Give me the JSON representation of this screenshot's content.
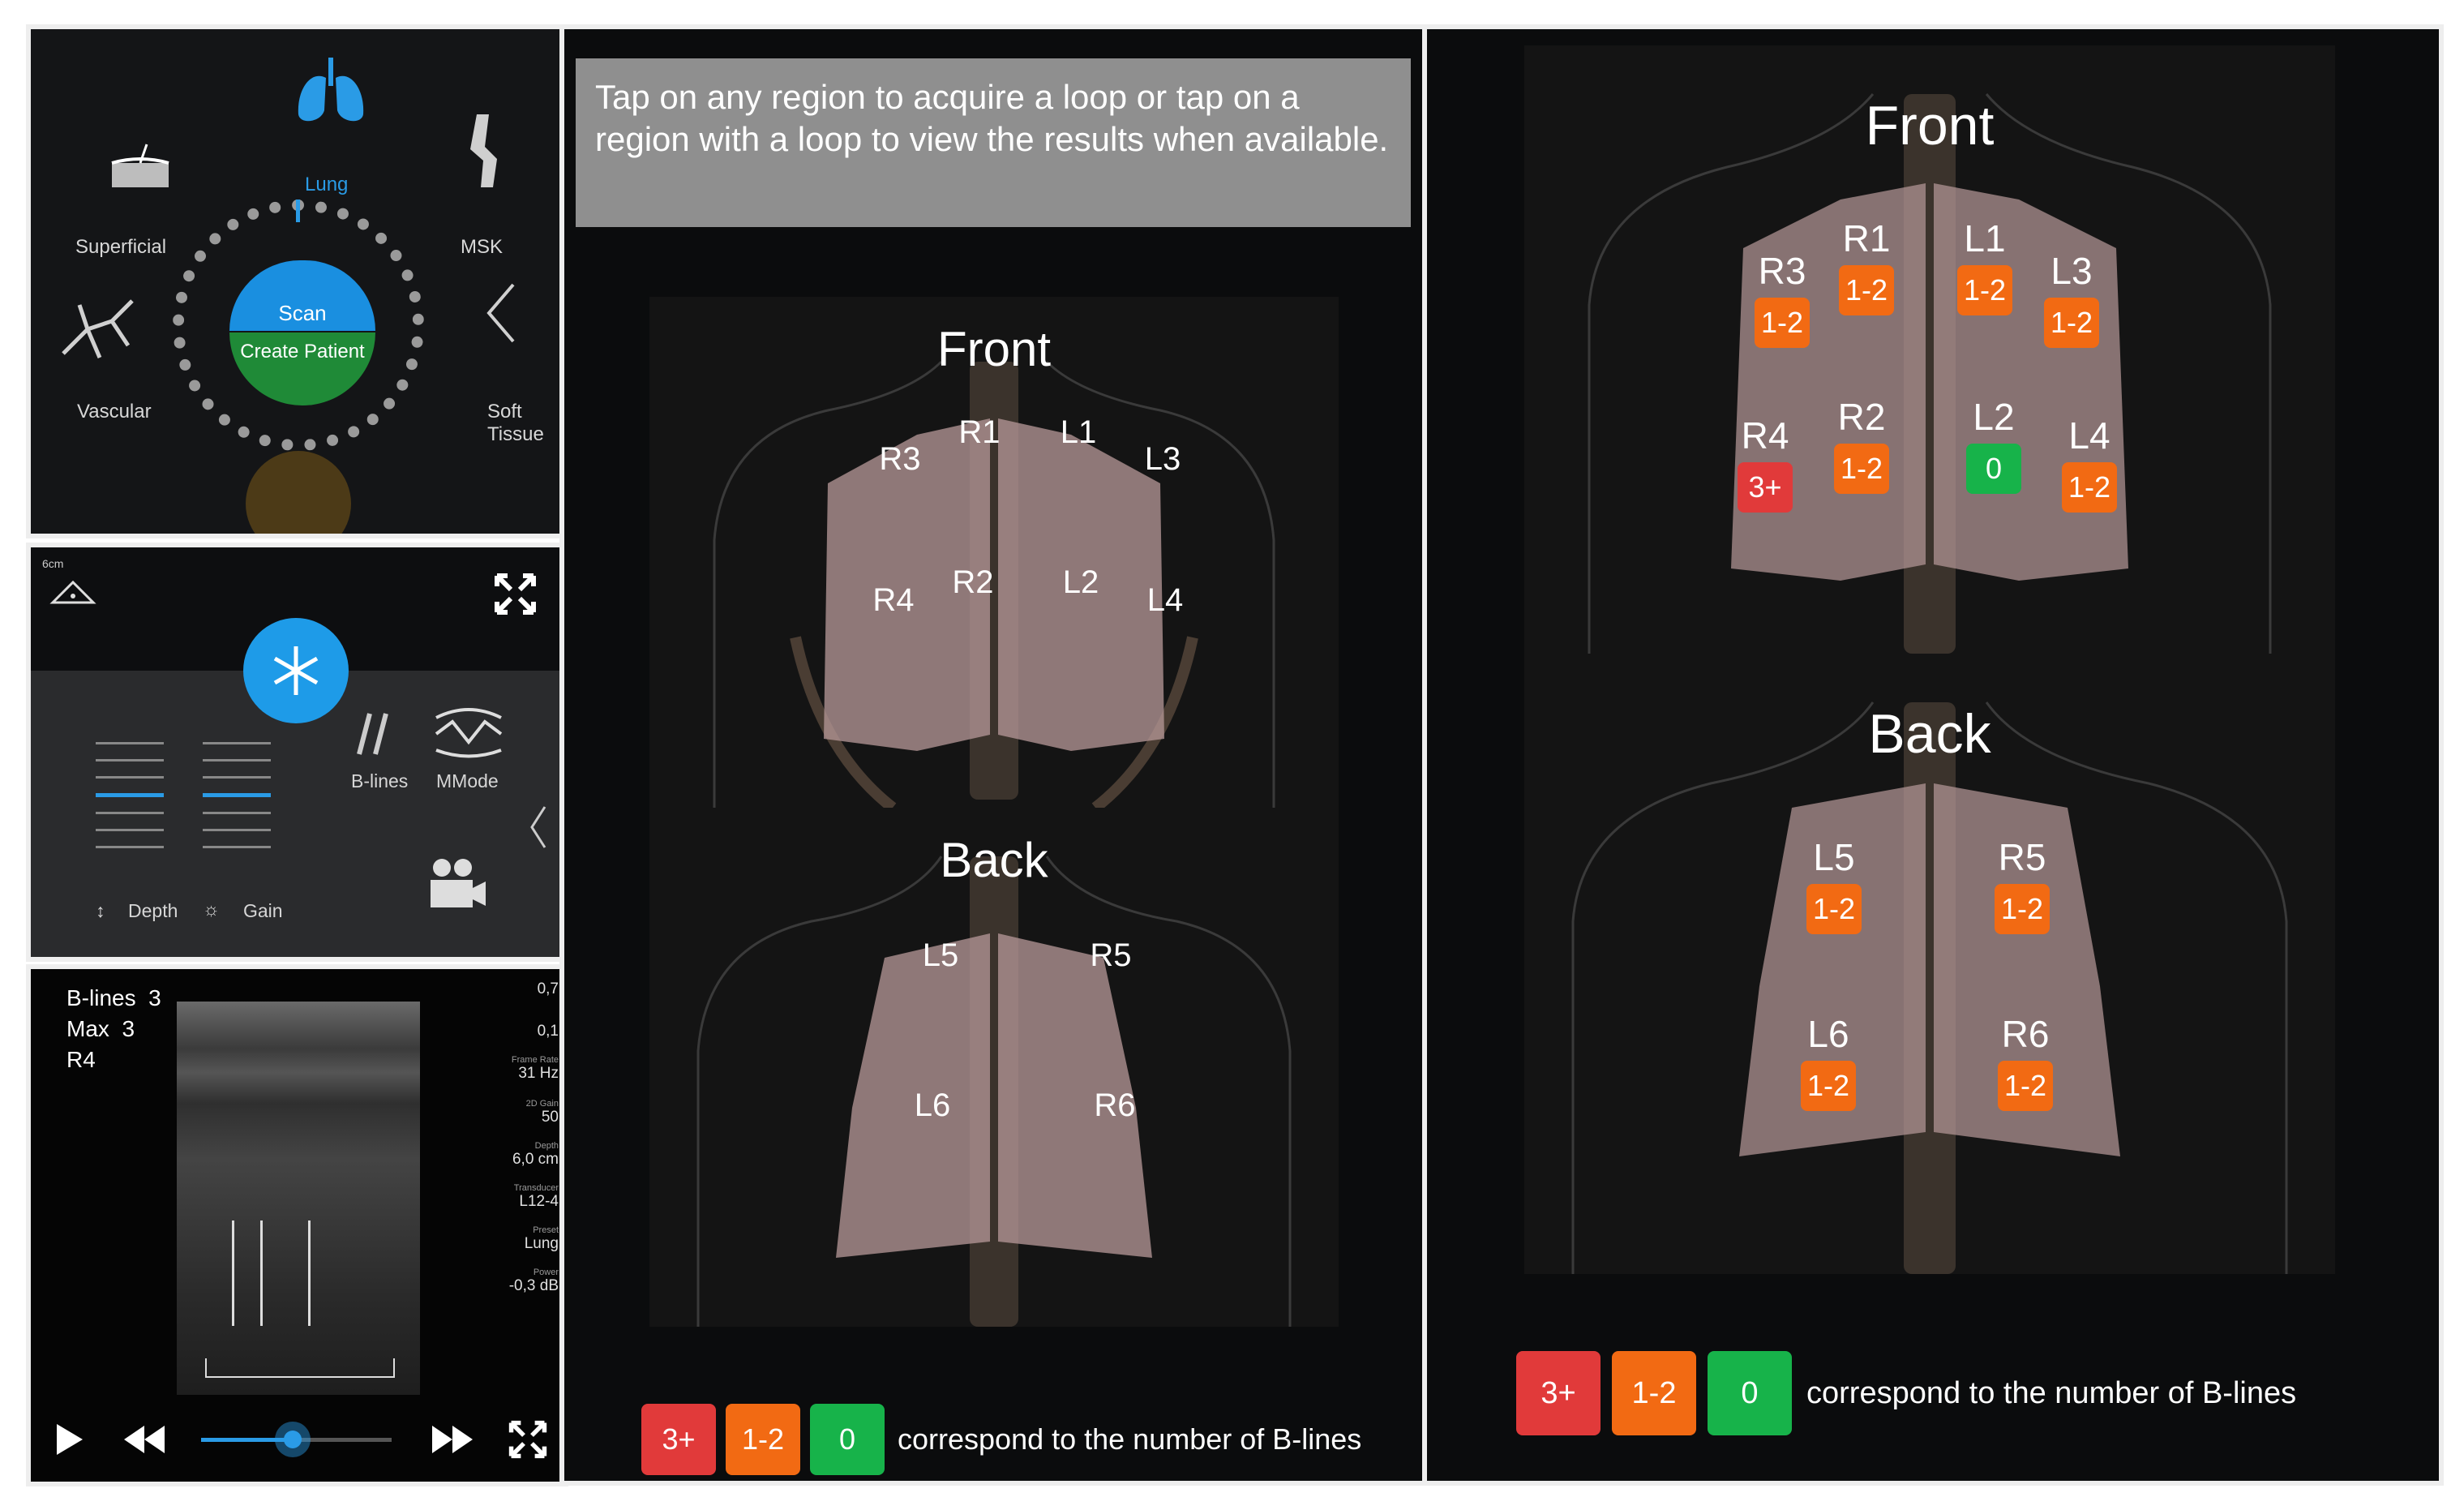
{
  "modes_panel": {
    "modes": [
      {
        "label": "Lung",
        "icon": "lungs-icon",
        "active": true
      },
      {
        "label": "Superficial",
        "icon": "skin-layers-icon"
      },
      {
        "label": "MSK",
        "icon": "knee-icon"
      },
      {
        "label": "Vascular",
        "icon": "vessels-icon"
      },
      {
        "label": "Soft Tissue",
        "icon": "soft-tissue-icon"
      }
    ],
    "scan_label": "Scan",
    "create_patient_label": "Create Patient"
  },
  "controls_panel": {
    "depth_small_label": "6cm",
    "depth_label": "Depth",
    "gain_label": "Gain",
    "blines_label": "B-lines",
    "mmode_label": "MMode"
  },
  "ultrasound_panel": {
    "overlay_line1": "B-lines  3",
    "overlay_line2": "Max  3",
    "overlay_line3": "R4",
    "side_params": [
      {
        "key": "",
        "value": "0,7"
      },
      {
        "key": "",
        "value": "0,1"
      },
      {
        "key": "Frame Rate",
        "value": "31 Hz"
      },
      {
        "key": "2D Gain",
        "value": "50"
      },
      {
        "key": "Depth",
        "value": "6,0 cm"
      },
      {
        "key": "Transducer",
        "value": "L12-4"
      },
      {
        "key": "Preset",
        "value": "Lung"
      },
      {
        "key": "Power",
        "value": "-0,3 dB"
      }
    ],
    "playback_position": 0.48
  },
  "middle_panel": {
    "instruction": "Tap on any region to acquire a loop or tap on a region with a loop to view the results when available.",
    "front_title": "Front",
    "back_title": "Back",
    "front_regions": [
      "R3",
      "R1",
      "L1",
      "L3",
      "R4",
      "R2",
      "L2",
      "L4"
    ],
    "back_regions": [
      "L5",
      "R5",
      "L6",
      "R6"
    ],
    "legend": {
      "badges": [
        {
          "label": "3+",
          "color": "#e13a3a"
        },
        {
          "label": "1-2",
          "color": "#f26a13"
        },
        {
          "label": "0",
          "color": "#17b34a"
        }
      ],
      "text": "correspond to the number of B-lines"
    }
  },
  "right_panel": {
    "front_title": "Front",
    "back_title": "Back",
    "front_regions": [
      {
        "name": "R3",
        "score": "1-2",
        "color": "#f26a13"
      },
      {
        "name": "R1",
        "score": "1-2",
        "color": "#f26a13"
      },
      {
        "name": "L1",
        "score": "1-2",
        "color": "#f26a13"
      },
      {
        "name": "L3",
        "score": "1-2",
        "color": "#f26a13"
      },
      {
        "name": "R4",
        "score": "3+",
        "color": "#e13a3a"
      },
      {
        "name": "R2",
        "score": "1-2",
        "color": "#f26a13"
      },
      {
        "name": "L2",
        "score": "0",
        "color": "#17b34a"
      },
      {
        "name": "L4",
        "score": "1-2",
        "color": "#f26a13"
      }
    ],
    "back_regions": [
      {
        "name": "L5",
        "score": "1-2",
        "color": "#f26a13"
      },
      {
        "name": "R5",
        "score": "1-2",
        "color": "#f26a13"
      },
      {
        "name": "L6",
        "score": "1-2",
        "color": "#f26a13"
      },
      {
        "name": "R6",
        "score": "1-2",
        "color": "#f26a13"
      }
    ],
    "legend": {
      "badges": [
        {
          "label": "3+",
          "color": "#e13a3a"
        },
        {
          "label": "1-2",
          "color": "#f26a13"
        },
        {
          "label": "0",
          "color": "#17b34a"
        }
      ],
      "text": "correspond to the number of B-lines"
    }
  }
}
